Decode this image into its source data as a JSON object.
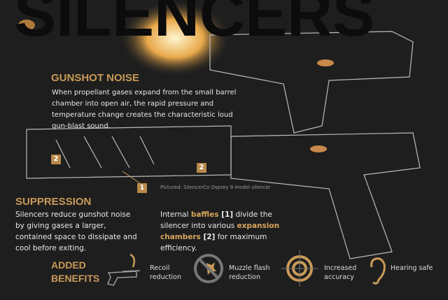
{
  "title": "SILENCERS",
  "gunshot": {
    "heading": "GUNSHOT NOISE",
    "text": "When propellant gases expand from the small barrel chamber into open air, the rapid pressure and temperature change creates the characteristic loud gun-blast sound."
  },
  "caption": "Pictured: SilencerCo Osprey 9 model silencer",
  "badges": [
    "1",
    "2",
    "2"
  ],
  "suppression": {
    "heading": "SUPPRESSION",
    "text": "Silencers reduce gunshot noise by giving gases a larger, contained space to dissipate and cool before exiting."
  },
  "internal": {
    "pre": "Internal ",
    "baffles": "baffles",
    "b1": " [1]",
    "mid": " divide the silencer into various ",
    "chambers": "expansion chambers",
    "b2": " [2]",
    "post": " for maximum efficiency."
  },
  "benefits": {
    "heading_1": "ADDED",
    "heading_2": "BENEFITS",
    "items": [
      {
        "l1": "Recoil",
        "l2": "reduction"
      },
      {
        "l1": "Muzzle flash",
        "l2": "reduction"
      },
      {
        "l1": "Increased",
        "l2": "accuracy"
      },
      {
        "l1": "Hearing safe",
        "l2": ""
      }
    ]
  }
}
